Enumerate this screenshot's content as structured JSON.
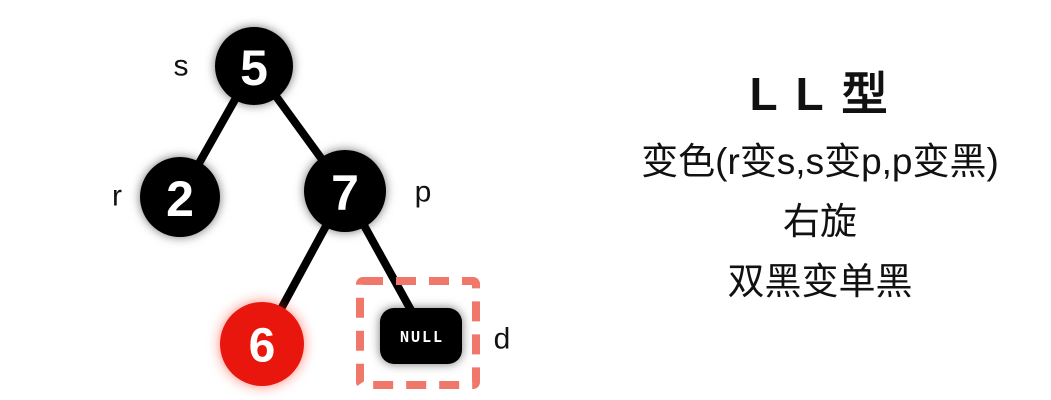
{
  "diagram": {
    "nodes": {
      "root": {
        "value": "5",
        "label": "s"
      },
      "left": {
        "value": "2",
        "label": "r"
      },
      "right": {
        "value": "7",
        "label": "p"
      },
      "right_left": {
        "value": "6"
      },
      "right_right": {
        "value": "NULL",
        "label": "d"
      }
    },
    "colors": {
      "node_black": "#000000",
      "node_red": "#e9150a",
      "node_text": "#ffffff",
      "dashed_box": "#f0786a",
      "edge": "#000000"
    }
  },
  "annotation": {
    "title": "L L 型",
    "lines": [
      "变色(r变s,s变p,p变黑)",
      "右旋",
      "双黑变单黑"
    ]
  }
}
